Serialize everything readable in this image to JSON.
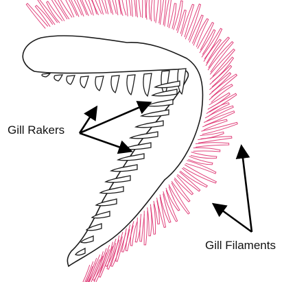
{
  "labels": {
    "gill_rakers": "Gill Rakers",
    "gill_filaments": "Gill Filaments"
  },
  "colors": {
    "filament": "#e0407a",
    "outline": "#1a1a1a",
    "arrow": "#000000",
    "text": "#111111",
    "background": "#ffffff"
  },
  "illustration": {
    "subject": "gill arch",
    "parts": [
      "gill-arch",
      "gill-rakers",
      "gill-filaments"
    ]
  }
}
